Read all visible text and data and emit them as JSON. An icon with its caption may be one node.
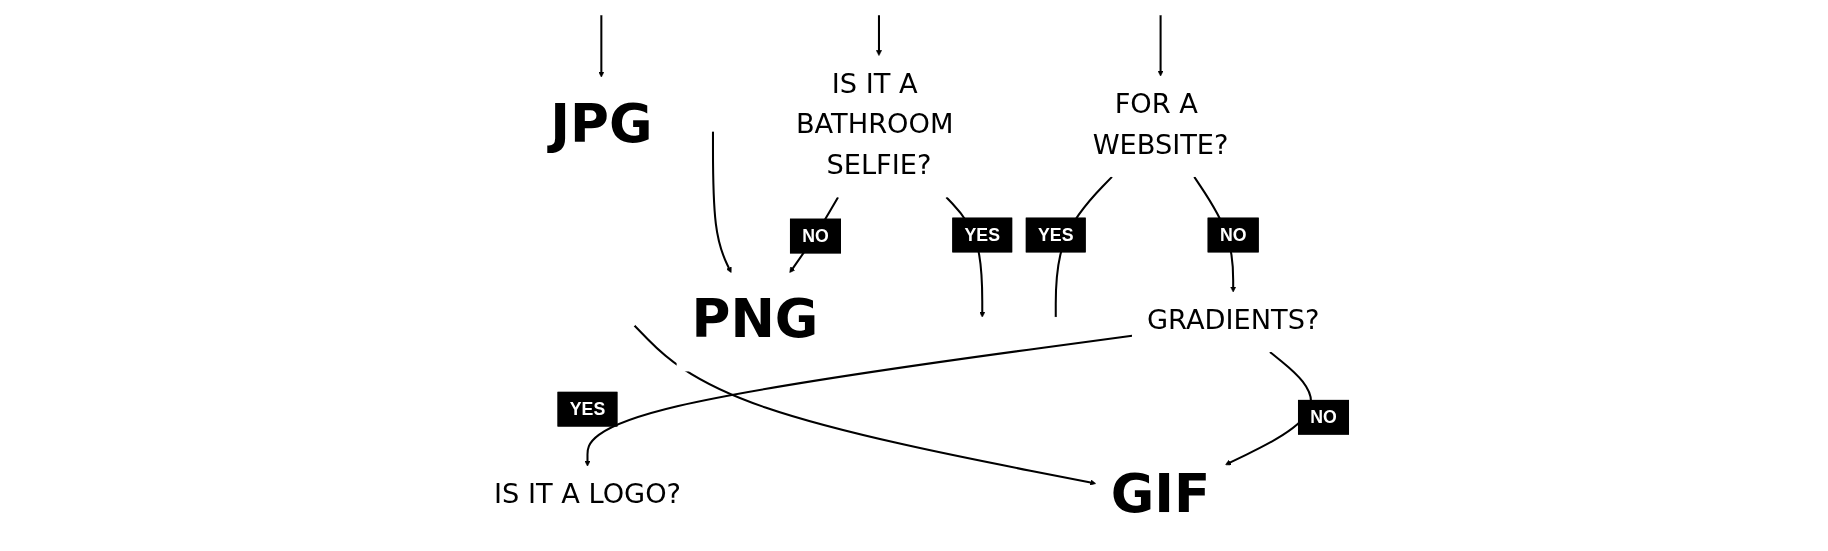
{
  "diagram": {
    "nodes": [
      {
        "text": [
          "JPG"
        ]
      },
      {
        "text": [
          "GRADIENTS?"
        ]
      },
      {
        "text": [
          "IS IT A BATHROOM SELFIE?"
        ]
      },
      {
        "text": [
          "FOR A WEBSITE?"
        ]
      },
      {
        "text": [
          "PNG"
        ]
      },
      {
        "text": [
          "GIF"
        ]
      },
      {
        "text": [
          "IS IT A LOGO?"
        ]
      }
    ],
    "edges": [
      {
        "from": null,
        "to": 0,
        "arrow": "to"
      },
      {
        "from": null,
        "to": 2,
        "arrow": "to"
      },
      {
        "from": null,
        "to": 3,
        "arrow": "to"
      },
      {
        "from": 3,
        "to": 1,
        "label": "NO",
        "arrow": "to"
      },
      {
        "from": 1,
        "to": 6,
        "label": "YES",
        "arrow": "to"
      },
      {
        "from": 1,
        "to": 5,
        "label": "NO",
        "arrow": "to"
      },
      {
        "from": 2,
        "to": 4,
        "label": "NO",
        "arrow": "to"
      },
      {
        "from": 2,
        "to": null,
        "label": "YES",
        "arrow": "to"
      },
      {
        "from": 3,
        "to": null,
        "label": "YES",
        "arrow": "none"
      },
      {
        "from": null,
        "to": 4,
        "arrow": "to"
      },
      {
        "from": null,
        "to": 5,
        "arrow": "to"
      }
    ]
  }
}
